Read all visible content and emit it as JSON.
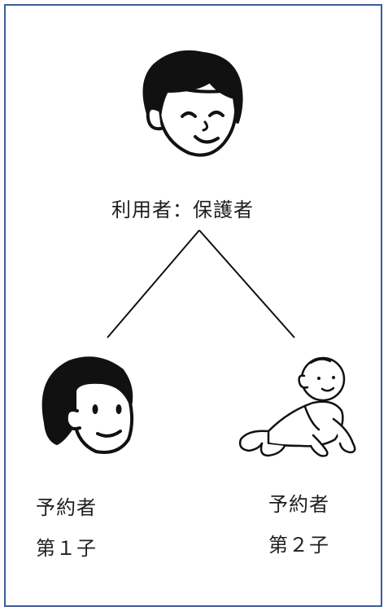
{
  "parent": {
    "label": "利用者：保護者",
    "icon": "parent-face-icon"
  },
  "children": [
    {
      "role": "予約者",
      "order": "第１子",
      "icon": "child-face-icon"
    },
    {
      "role": "予約者",
      "order": "第２子",
      "icon": "crawling-baby-icon"
    }
  ],
  "colors": {
    "border": "#3d5a99",
    "ink": "#111111"
  }
}
